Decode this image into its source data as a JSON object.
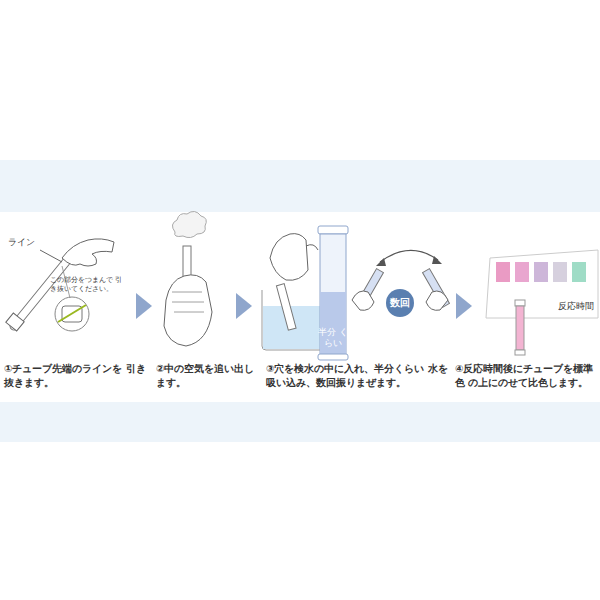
{
  "diagram": {
    "nodes": [
      {
        "text": [
          "半分 くらい"
        ]
      },
      {
        "text": [
          "数回"
        ]
      },
      {
        "text": [
          "反応時間"
        ]
      }
    ],
    "labels": [
      "ライン",
      "この部分をつまんで 引き抜いてください。",
      "①チューブ先端のラインを 引き抜きます。",
      "②中の空気を追い出し ます。",
      "③穴を検水の中に入れ、半分くらい 水を吸い込み、数回振りまぜます。",
      "④反応時間後にチューブを標準色 の上にのせて比色します。"
    ]
  }
}
